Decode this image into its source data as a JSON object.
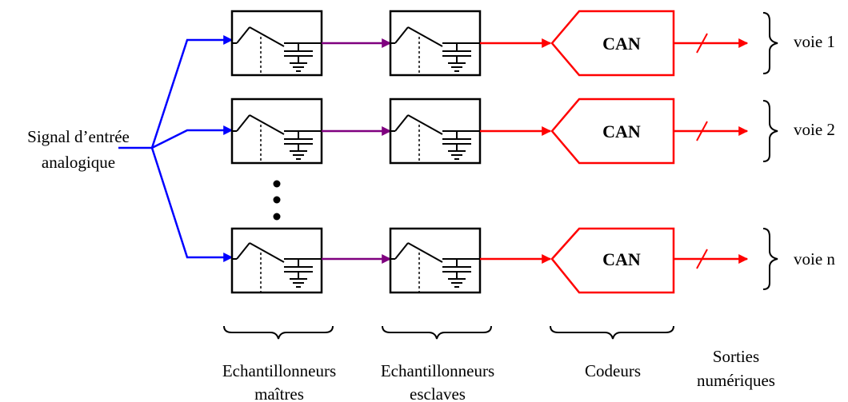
{
  "input_label": {
    "line1": "Signal d’entrée",
    "line2": "analogique"
  },
  "channels": [
    {
      "converter_label": "CAN",
      "output_label": "voie 1"
    },
    {
      "converter_label": "CAN",
      "output_label": "voie 2"
    },
    {
      "converter_label": "CAN",
      "output_label": "voie n"
    }
  ],
  "groups": [
    {
      "line1": "Echantillonneurs",
      "line2": "maîtres"
    },
    {
      "line1": "Echantillonneurs",
      "line2": "esclaves"
    },
    {
      "line1": "Codeurs",
      "line2": ""
    },
    {
      "line1": "Sorties",
      "line2": "numériques"
    }
  ],
  "colors": {
    "input_wire": "#0000ff",
    "link_wire": "#7f007f",
    "output_wire": "#ff0000",
    "outline": "#000000"
  }
}
